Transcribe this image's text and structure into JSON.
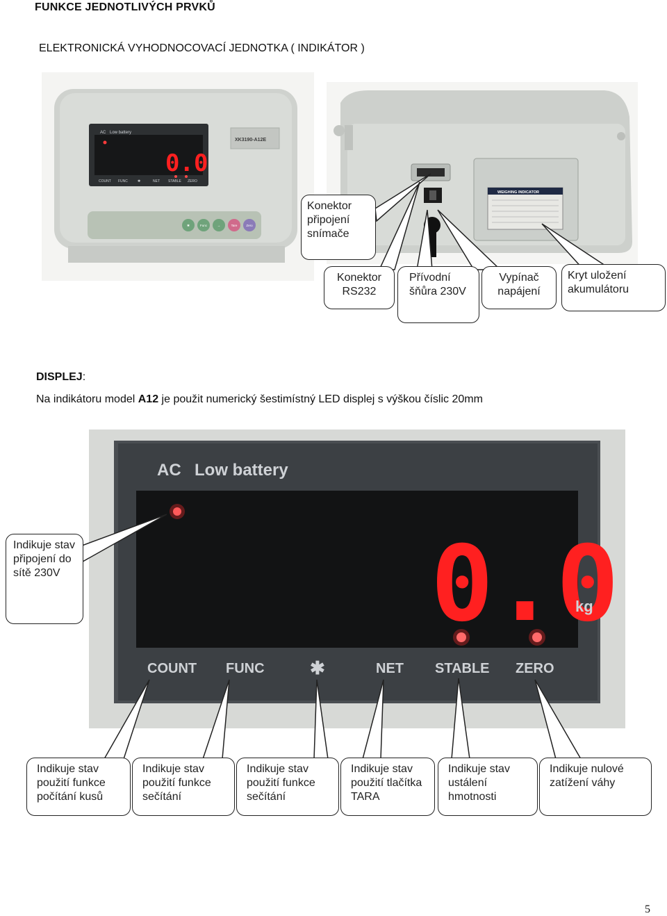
{
  "header": {
    "title": "FUNKCE JEDNOTLIVÝCH PRVKŮ",
    "subtitle": "ELEKTRONICKÁ VYHODNOCOVACÍ JEDNOTKA ( INDIKÁTOR )"
  },
  "photo_front": {
    "panel_labels": [
      "AC",
      "Low battery"
    ],
    "reading": "0.0",
    "model_plate": "XK3190-A12E",
    "indicator_labels": [
      "COUNT",
      "FUNC",
      "✱",
      "NET",
      "STABLE",
      "ZERO"
    ],
    "keys": [
      "✱",
      "Func",
      "→",
      "Tare",
      "Zero"
    ]
  },
  "photo_back": {
    "label_title": "WEIGHING INDICATOR"
  },
  "callouts_top": {
    "load_cell": "Konektor připojení snímače",
    "rs232": "Konektor RS232",
    "power_cord": "Přívodní šňůra 230V",
    "switch": "Vypínač napájení",
    "battery": "Kryt uložení akumulátoru"
  },
  "display_section": {
    "heading": "DISPLEJ",
    "heading_suffix": ":",
    "text_before": "Na indikátoru model ",
    "model": "A12",
    "text_after": " je použit numerický šestimístný LED displej s výškou číslic 20mm"
  },
  "display_photo": {
    "panel_labels": [
      "AC",
      "Low battery"
    ],
    "reading": "0.0",
    "unit": "kg",
    "indicator_labels": [
      "COUNT",
      "FUNC",
      "✱",
      "NET",
      "STABLE",
      "ZERO"
    ]
  },
  "callouts_bottom": {
    "mains": "Indikuje stav připojení do sítě 230V",
    "count": "Indikuje stav použití funkce počítání kusů",
    "func": "Indikuje stav použití funkce sečítání",
    "star": "Indikuje stav použití funkce sečítání",
    "net": "Indikuje stav použití tlačítka TARA",
    "stable": "Indikuje stav ustálení hmotnosti",
    "zero": "Indikuje nulové zatížení váhy"
  },
  "page_number": "5",
  "colors": {
    "led_red": "#ff2a2a",
    "panel_gray": "#d6d8d6",
    "display_bezel": "#3a3d40"
  }
}
